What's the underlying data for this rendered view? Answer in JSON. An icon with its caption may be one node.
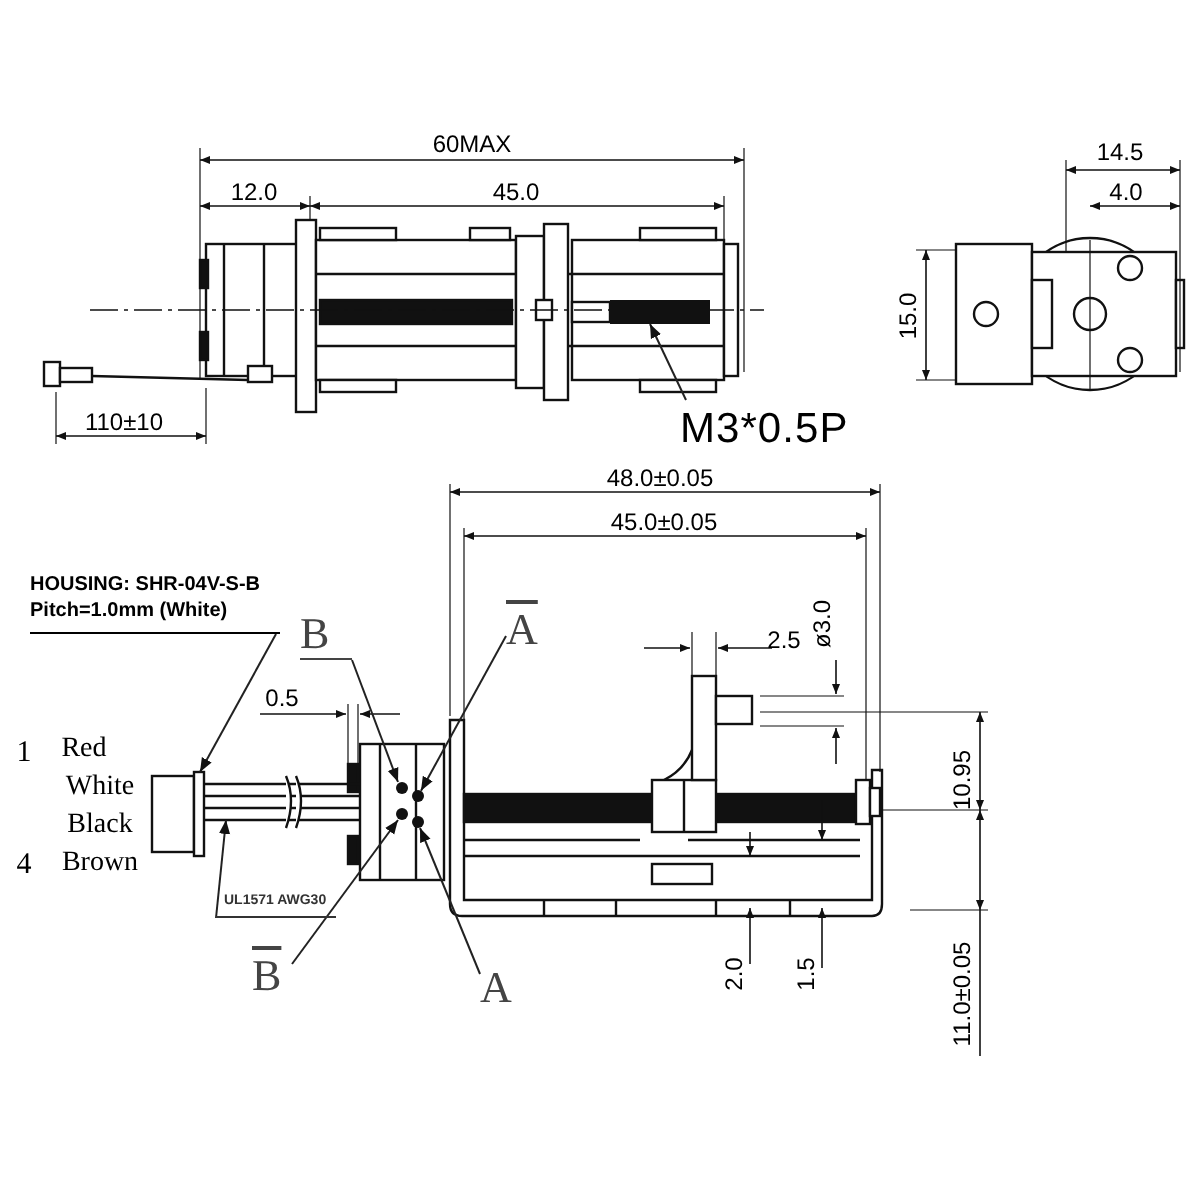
{
  "diagram": {
    "nodes": [
      {
        "text": [
          "M3*0.5P"
        ]
      },
      {
        "text": [
          "HOUSING: SHR-04V-S-B",
          "Pitch=1.0mm (White)"
        ]
      },
      {
        "text": [
          "B"
        ]
      },
      {
        "text": [
          "A"
        ]
      },
      {
        "text": [
          "UL1571 AWG30"
        ]
      },
      {
        "text": [
          "B"
        ]
      },
      {
        "text": [
          "A"
        ]
      },
      {
        "text": [],
        "shape": "bar"
      },
      {
        "text": [],
        "shape": "box"
      },
      {
        "text": [],
        "shape": "line"
      },
      {
        "text": [],
        "shape": "circle"
      },
      {
        "text": [],
        "shape": "circle"
      },
      {
        "text": [],
        "shape": "circle"
      },
      {
        "text": [],
        "shape": "circle"
      }
    ],
    "edges": [
      {
        "from": 0,
        "to": 7,
        "arrow": "to"
      },
      {
        "from": 1,
        "to": 8,
        "arrow": "to"
      },
      {
        "from": 2,
        "to": 10,
        "arrow": "to"
      },
      {
        "from": 3,
        "to": 11,
        "arrow": "to"
      },
      {
        "from": 4,
        "to": 9,
        "arrow": "to"
      },
      {
        "from": 5,
        "to": 12,
        "arrow": "to"
      },
      {
        "from": 6,
        "to": 13,
        "arrow": "to"
      }
    ],
    "labels": [
      "60MAX",
      "12.0",
      "45.0",
      "14.5",
      "4.0",
      "15.0",
      "110±10",
      "48.0±0.05",
      "45.0±0.05",
      "0.5",
      "2.5",
      "ø3.0",
      "1",
      "Red",
      "White",
      "Black",
      "4",
      "Brown",
      "10.95",
      "2.0",
      "1.5",
      "11.0±0.05"
    ]
  }
}
